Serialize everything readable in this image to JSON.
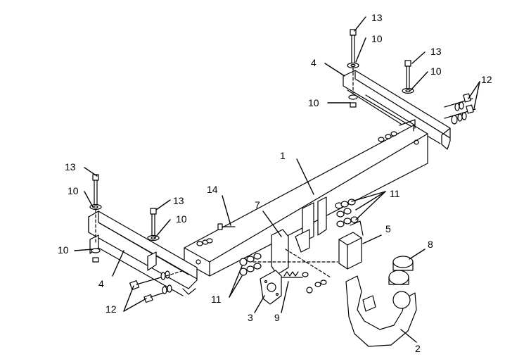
{
  "diagram": {
    "callouts": [
      {
        "id": "c13a",
        "label": "13"
      },
      {
        "id": "c10a",
        "label": "10"
      },
      {
        "id": "c4a",
        "label": "4"
      },
      {
        "id": "c13b",
        "label": "13"
      },
      {
        "id": "c10b",
        "label": "10"
      },
      {
        "id": "c12a",
        "label": "12"
      },
      {
        "id": "c10c",
        "label": "10"
      },
      {
        "id": "c1",
        "label": "1"
      },
      {
        "id": "c13c",
        "label": "13"
      },
      {
        "id": "c10d",
        "label": "10"
      },
      {
        "id": "c14",
        "label": "14"
      },
      {
        "id": "c11a",
        "label": "11"
      },
      {
        "id": "c13d",
        "label": "13"
      },
      {
        "id": "c10e",
        "label": "10"
      },
      {
        "id": "c7",
        "label": "7"
      },
      {
        "id": "c5",
        "label": "5"
      },
      {
        "id": "c8",
        "label": "8"
      },
      {
        "id": "c10f",
        "label": "10"
      },
      {
        "id": "c4b",
        "label": "4"
      },
      {
        "id": "c11b",
        "label": "11"
      },
      {
        "id": "c12b",
        "label": "12"
      },
      {
        "id": "c3",
        "label": "3"
      },
      {
        "id": "c9",
        "label": "9"
      },
      {
        "id": "c2",
        "label": "2"
      }
    ]
  }
}
